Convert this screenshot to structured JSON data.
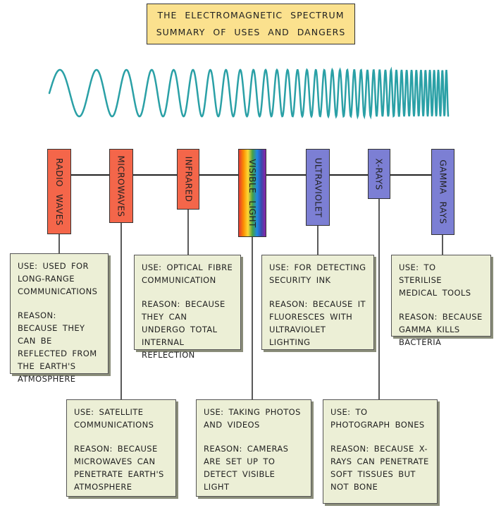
{
  "title": {
    "line1": "THE ELECTROMAGNETIC SPECTRUM",
    "line2": "SUMMARY OF USES AND DANGERS"
  },
  "colors": {
    "title_bg": "#fbe18e",
    "wave": "#2aa0a6",
    "low_freq_label": "#f4664a",
    "high_freq_label": "#7c7fd4",
    "info_bg": "#ecefd6"
  },
  "bands": [
    {
      "name": "RADIO WAVES",
      "use": "USE: USED FOR LONG-RANGE COMMUNICATIONS",
      "reason": "REASON: BECAUSE THEY CAN BE REFLECTED FROM THE EARTH'S ATMOSPHERE"
    },
    {
      "name": "MICROWAVES",
      "use": "USE: SATELLITE COMMUNICATIONS",
      "reason": "REASON: BECAUSE MICROWAVES CAN PENETRATE EARTH'S ATMOSPHERE"
    },
    {
      "name": "INFRARED",
      "use": "USE: OPTICAL FIBRE COMMUNICATION",
      "reason": "REASON: BECAUSE THEY CAN UNDERGO TOTAL INTERNAL REFLECTION"
    },
    {
      "name": "VISIBLE LIGHT",
      "use": "USE: TAKING PHOTOS AND VIDEOS",
      "reason": "REASON: CAMERAS ARE SET UP TO DETECT VISIBLE LIGHT"
    },
    {
      "name": "ULTRAVIOLET",
      "use": "USE: FOR DETECTING SECURITY INK",
      "reason": "REASON: BECAUSE IT FLUORESCES WITH ULTRAVIOLET LIGHTING"
    },
    {
      "name": "X-RAYS",
      "use": "USE: TO PHOTOGRAPH BONES",
      "reason": "REASON: BECAUSE X-RAYS CAN PENETRATE SOFT TISSUES BUT NOT BONE"
    },
    {
      "name": "GAMMA RAYS",
      "use": "USE: TO STERILISE MEDICAL TOOLS",
      "reason": "REASON: BECAUSE GAMMA KILLS BACTERIA"
    }
  ]
}
